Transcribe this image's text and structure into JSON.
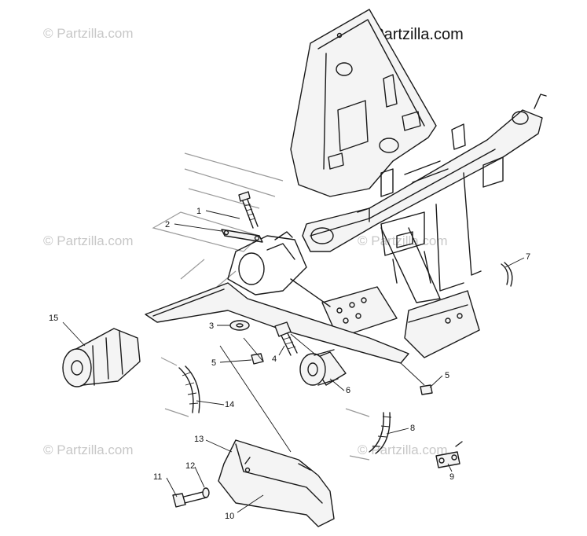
{
  "watermarks": {
    "main": "© Partzilla.com",
    "faded": "© Partzilla.com"
  },
  "callouts": {
    "c1": "1",
    "c2": "2",
    "c3": "3",
    "c4": "4",
    "c5a": "5",
    "c5b": "5",
    "c6": "6",
    "c7": "7",
    "c8": "8",
    "c9": "9",
    "c10": "10",
    "c11": "11",
    "c12": "12",
    "c13": "13",
    "c14": "14",
    "c15": "15"
  }
}
